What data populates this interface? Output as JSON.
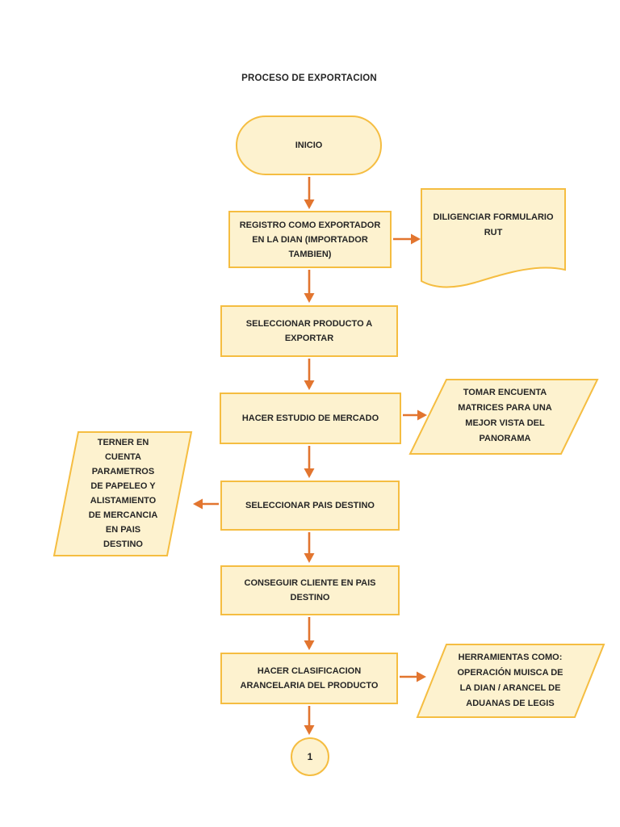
{
  "page": {
    "title": "PROCESO DE EXPORTACION"
  },
  "colors": {
    "shape_fill": "#FDF2CF",
    "shape_border": "#F5BD41",
    "arrow": "#E2752F",
    "text": "#262626",
    "background": "#FFFFFF"
  },
  "flowchart": {
    "nodes": {
      "inicio": {
        "type": "terminator",
        "label": "INICIO"
      },
      "registro": {
        "type": "process",
        "lines": [
          "REGISTRO COMO EXPORTADOR",
          "EN LA DIAN (IMPORTADOR",
          "TAMBIEN)"
        ]
      },
      "diligenciar": {
        "type": "document",
        "lines": [
          "DILIGENCIAR FORMULARIO",
          "RUT"
        ]
      },
      "producto": {
        "type": "process",
        "lines": [
          "SELECCIONAR PRODUCTO A",
          "EXPORTAR"
        ]
      },
      "estudio": {
        "type": "process",
        "lines": [
          "HACER ESTUDIO DE MERCADO"
        ]
      },
      "tomar": {
        "type": "data",
        "lines": [
          "TOMAR ENCUENTA",
          "MATRICES PARA UNA",
          "MEJOR VISTA DEL",
          "PANORAMA"
        ]
      },
      "pais": {
        "type": "process",
        "lines": [
          "SELECCIONAR PAIS DESTINO"
        ]
      },
      "terner": {
        "type": "data",
        "lines": [
          "TERNER EN",
          "CUENTA",
          "PARAMETROS",
          "DE PAPELEO Y",
          "ALISTAMIENTO",
          "DE MERCANCIA",
          "EN PAIS",
          "DESTINO"
        ]
      },
      "conseguir": {
        "type": "process",
        "lines": [
          "CONSEGUIR CLIENTE EN PAIS",
          "DESTINO"
        ]
      },
      "clasificacion": {
        "type": "process",
        "lines": [
          "HACER CLASIFICACION",
          "ARANCELARIA DEL PRODUCTO"
        ]
      },
      "herramientas": {
        "type": "data",
        "lines": [
          "HERRAMIENTAS COMO:",
          "OPERACIÓN MUISCA DE",
          "LA DIAN / ARANCEL DE",
          "ADUANAS DE LEGIS"
        ]
      },
      "connector": {
        "type": "connector",
        "label": "1"
      }
    }
  }
}
